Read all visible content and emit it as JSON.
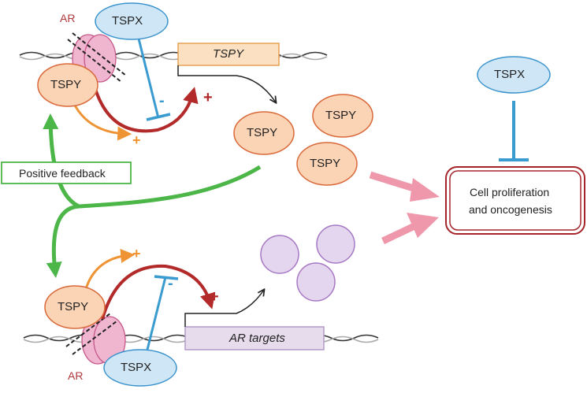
{
  "labels": {
    "ar": "AR",
    "tspx": "TSPX",
    "tspy": "TSPY",
    "tspy_gene": "TSPY",
    "ar_targets": "AR targets",
    "positive_feedback": "Positive feedback",
    "cell_outcome_line1": "Cell proliferation",
    "cell_outcome_line2": "and oncogenesis",
    "plus": "+",
    "minus": "-"
  },
  "colors": {
    "tspx_fill": "#cfe6f6",
    "tspx_stroke": "#3a93cc",
    "tspy_fill": "#fbd3b5",
    "tspy_stroke": "#d9693a",
    "ar_fill": "#f1b6cf",
    "ar_stroke": "#c4588a",
    "gene_box_fill": "#fce0c2",
    "gene_box_stroke": "#e7a255",
    "target_box_fill": "#e6dcec",
    "target_box_stroke": "#b39bc8",
    "target_circle_fill": "#e4d6ee",
    "target_circle_stroke": "#a678c4",
    "feedback_green": "#4cb648",
    "activate_red": "#b22a2a",
    "activate_orange": "#ef9434",
    "inhibit_blue": "#3a9bd1",
    "pink_arrow": "#ef98ac",
    "outcome_border": "#a5252b"
  }
}
